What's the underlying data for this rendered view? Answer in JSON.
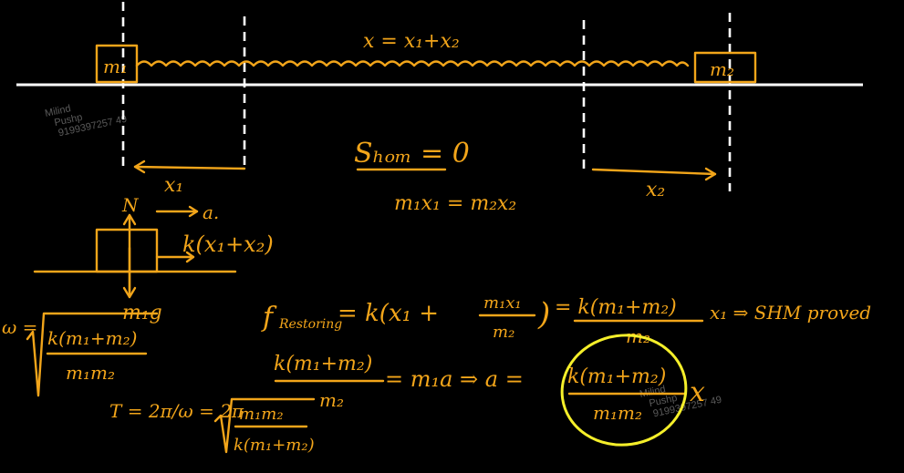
{
  "colors": {
    "background": "#000000",
    "ink": "#f2a51a",
    "floor": "#ffffff",
    "highlight": "#f5ef2a",
    "watermark": "#5a5a5a"
  },
  "labels": {
    "block1": "m₁",
    "block2": "m₂",
    "spring_length": "x = x₁+x₂",
    "s_com": "Sₕₒₘ = 0",
    "momentum": "m₁x₁ = m₂x₂",
    "disp1": "x₁",
    "disp2": "x₂",
    "normal": "N",
    "accel": "a.",
    "spring_force": "k(x₁+x₂)",
    "weight": "m₁g",
    "omega_lhs": "ω =",
    "omega_num": "k(m₁+m₂)",
    "omega_den": "m₁m₂",
    "f_lhs": "f",
    "f_sub": "Restoring",
    "f_mid": "= k(x₁ +",
    "f_frac_num": "m₁x₁",
    "f_frac_den": "m₂",
    "f_close": ")",
    "f_eq2_num": "= k(m₁+m₂)",
    "f_eq2_den": "m₂",
    "f_result": "x₁  ⇒ SHM proved",
    "a_num": "k(m₁+m₂)",
    "a_den": "m₂",
    "a_mid": "= m₁a ⇒ a =",
    "a_num2": "k(m₁+m₂)",
    "a_den2": "m₁m₂",
    "a_x": "x",
    "period_lhs": "T = 2π/ω = 2π",
    "period_num": "m₁m₂",
    "period_den": "k(m₁+m₂)"
  },
  "watermarks": {
    "line1": "Milind",
    "line2": "Pushp",
    "line3": "9199397257 49"
  }
}
